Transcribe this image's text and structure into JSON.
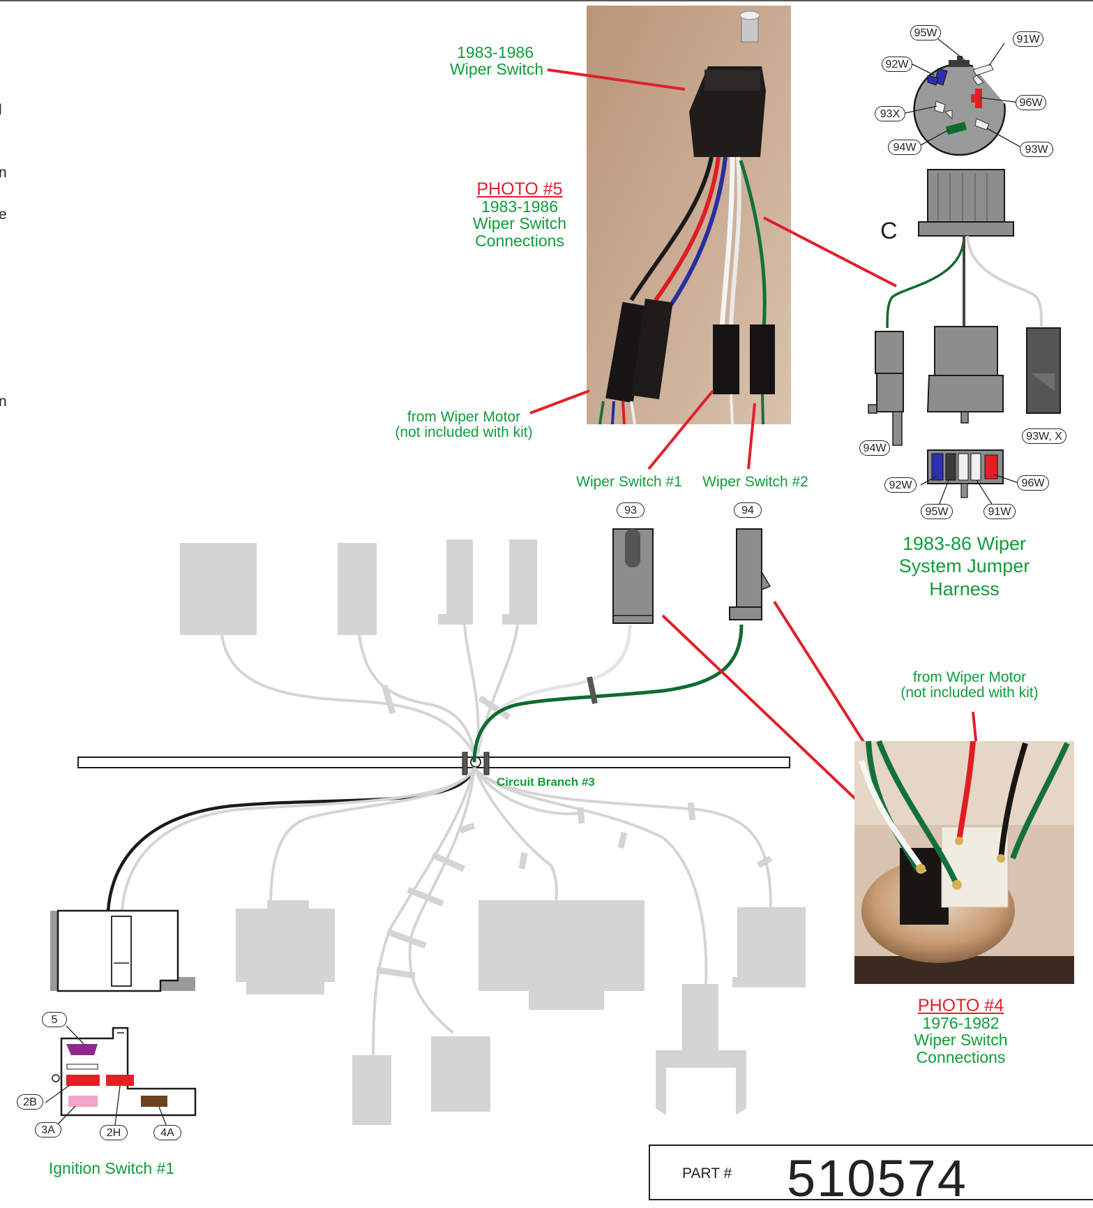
{
  "labels": {
    "wiper_switch_1983_line1": "1983-1986",
    "wiper_switch_1983_line2": "Wiper Switch",
    "photo5_title": "PHOTO #5",
    "photo5_line1": "1983-1986",
    "photo5_line2": "Wiper Switch",
    "photo5_line3": "Connections",
    "from_motor_top_line1": "from Wiper Motor",
    "from_motor_top_line2": "(not included with kit)",
    "wiper_switch_1": "Wiper Switch #1",
    "wiper_switch_2": "Wiper Switch #2",
    "circuit_branch": "Circuit Branch #3",
    "harness_line1": "1983-86 Wiper",
    "harness_line2": "System Jumper",
    "harness_line3": "Harness",
    "connector_letter": "C",
    "from_motor_bottom_line1": "from Wiper Motor",
    "from_motor_bottom_line2": "(not included with kit)",
    "photo4_title": "PHOTO #4",
    "photo4_line1": "1976-1982",
    "photo4_line2": "Wiper Switch",
    "photo4_line3": "Connections",
    "ignition_switch": "Ignition Switch #1",
    "part_label": "PART #",
    "part_number": "510574"
  },
  "left_edge_letters": [
    "l",
    "n",
    "e",
    "n"
  ],
  "pins": {
    "p95W": "95W",
    "p91W": "91W",
    "p92W": "92W",
    "p96W": "96W",
    "p93X": "93X",
    "p94W": "94W",
    "p93W": "93W",
    "p94W_b": "94W",
    "p93WX": "93W, X",
    "p92W_b": "92W",
    "p96W_b": "96W",
    "p95W_b": "95W",
    "p91W_b": "91W",
    "p93": "93",
    "p94": "94",
    "p5": "5",
    "p2B": "2B",
    "p3A": "3A",
    "p2H": "2H",
    "p4A": "4A"
  },
  "colors": {
    "leader_red": "#e0202a",
    "label_green": "#0f9d3a",
    "wire_green": "#0e6b2f",
    "wire_black": "#1a1a1a",
    "ghost_gray": "#d4d4d4",
    "connector_gray": "#8a8a8a",
    "pin_blue": "#2b2fb0",
    "pin_red": "#e51e25",
    "pin_purple": "#8e2a8e",
    "pin_pink": "#f2a3c8",
    "pin_brown": "#6b4321"
  }
}
